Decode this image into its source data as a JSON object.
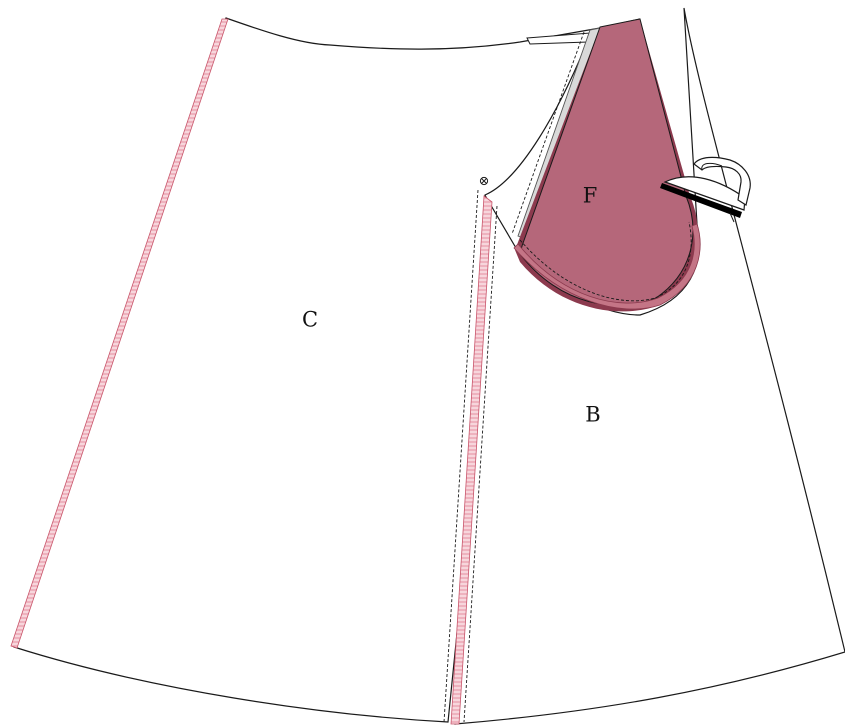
{
  "labels": {
    "panel_c": "C",
    "panel_b": "B",
    "facing": "F"
  },
  "colors": {
    "outline": "#1a1a1a",
    "facing_fill": "#b5677a",
    "facing_edge": "#8c3a4e",
    "seam_binding": "#e8a0ad",
    "zipper": "#9a9a9a",
    "iron_soleplate": "#000000"
  },
  "icons": [
    "iron-icon",
    "pivot-mark-icon"
  ]
}
